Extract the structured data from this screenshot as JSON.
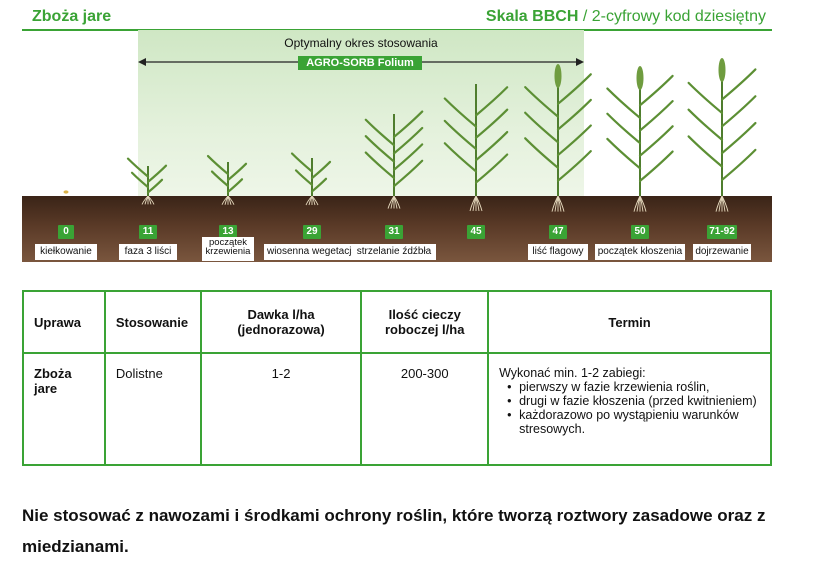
{
  "header": {
    "left_title": "Zboża jare",
    "right_title_bold": "Skala BBCH",
    "right_title_rest": " / 2-cyfrowy kod dziesiętny"
  },
  "bbch": {
    "window_title": "Optymalny okres stosowania",
    "product": "AGRO-SORB Folium",
    "stages": [
      {
        "code": "0",
        "label": "kiełkowanie"
      },
      {
        "code": "11",
        "label": "faza 3 liści"
      },
      {
        "code": "13",
        "label": "początek krzewienia"
      },
      {
        "code": "29",
        "label": "wiosenna wegetacja"
      },
      {
        "code": "31",
        "label": "strzelanie źdźbła"
      },
      {
        "code": "45",
        "label": ""
      },
      {
        "code": "47",
        "label": "liść flagowy"
      },
      {
        "code": "50",
        "label": "początek kłoszenia"
      },
      {
        "code": "71-92",
        "label": "dojrzewanie"
      }
    ]
  },
  "table": {
    "headers": [
      "Uprawa",
      "Stosowanie",
      "Dawka l/ha (jednorazowa)",
      "Ilość cieczy roboczej l/ha",
      "Termin"
    ],
    "row": {
      "uprawa": "Zboża jare",
      "stosowanie": "Dolistne",
      "dawka": "1-2",
      "ilosc": "200-300",
      "termin_intro": "Wykonać min. 1-2 zabiegi:",
      "termin_items": [
        "pierwszy w fazie krzewienia roślin,",
        "drugi w fazie kłoszenia (przed kwitnieniem)",
        "każdorazowo po wystąpieniu warunków stresowych."
      ]
    }
  },
  "footer": "Nie stosować z nawozami i środkami ochrony roślin, które tworzą roztwory zasadowe oraz z miedzianami."
}
